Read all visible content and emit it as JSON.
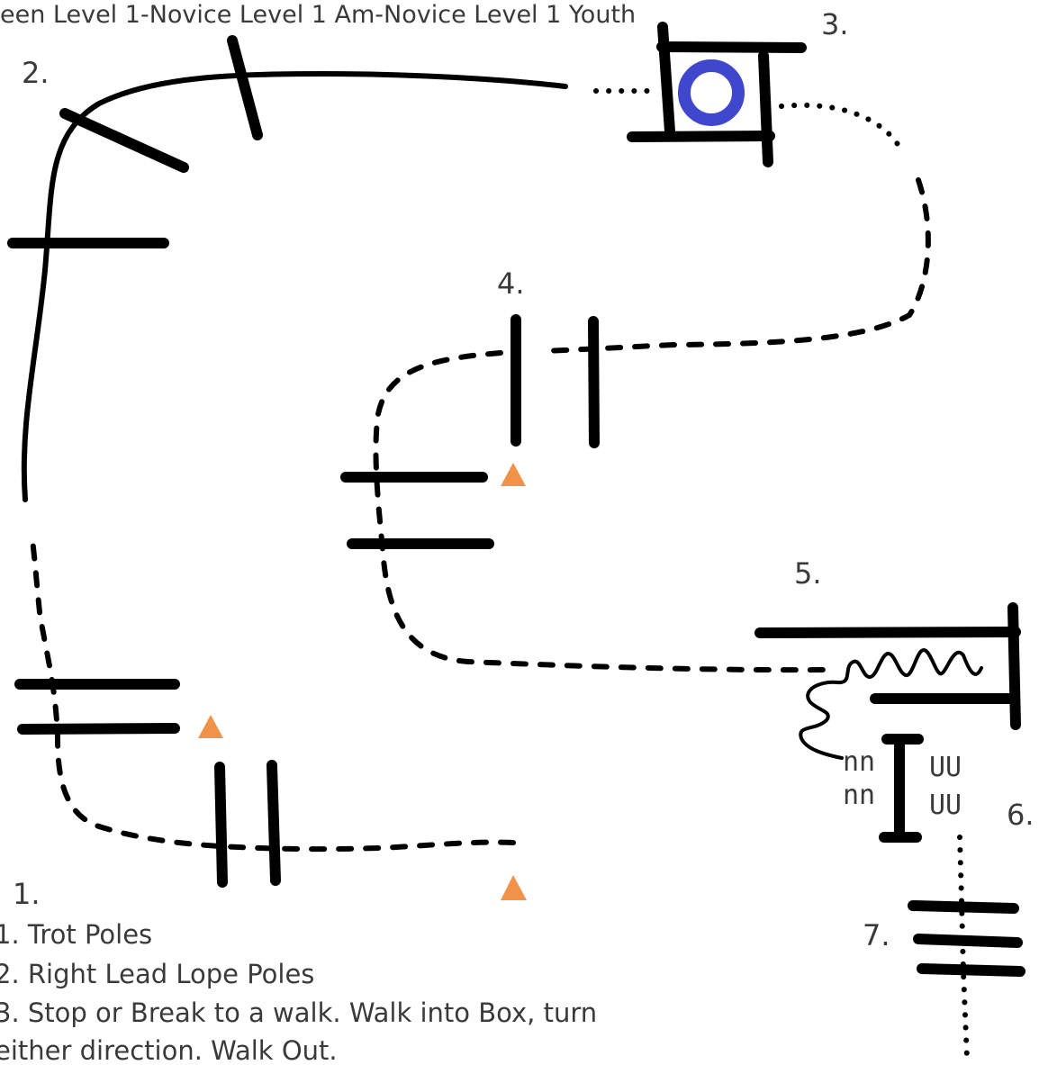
{
  "title": "een Level 1-Novice Level 1 Am-Novice Level 1 Youth",
  "obstacle_numbers": {
    "n1": "1.",
    "n2": "2.",
    "n3": "3.",
    "n4": "4.",
    "n5": "5.",
    "n6": "6.",
    "n7": "7."
  },
  "legend": [
    "1. Trot Poles",
    "2. Right Lead Lope Poles",
    "3. Stop or Break to a walk. Walk into Box, turn",
    "either direction. Walk Out."
  ],
  "gait_marks": {
    "ascending_row_1": "nn",
    "ascending_row_2": "nn",
    "descending_row_1": "UU",
    "descending_row_2": "UU"
  },
  "colors": {
    "cone": "#f0924a",
    "box_circle": "#3f48cc",
    "line": "#000000",
    "text": "#3a3a3a"
  },
  "icons": {
    "cone": "triangle-cone-icon",
    "target": "circle-target-icon"
  }
}
